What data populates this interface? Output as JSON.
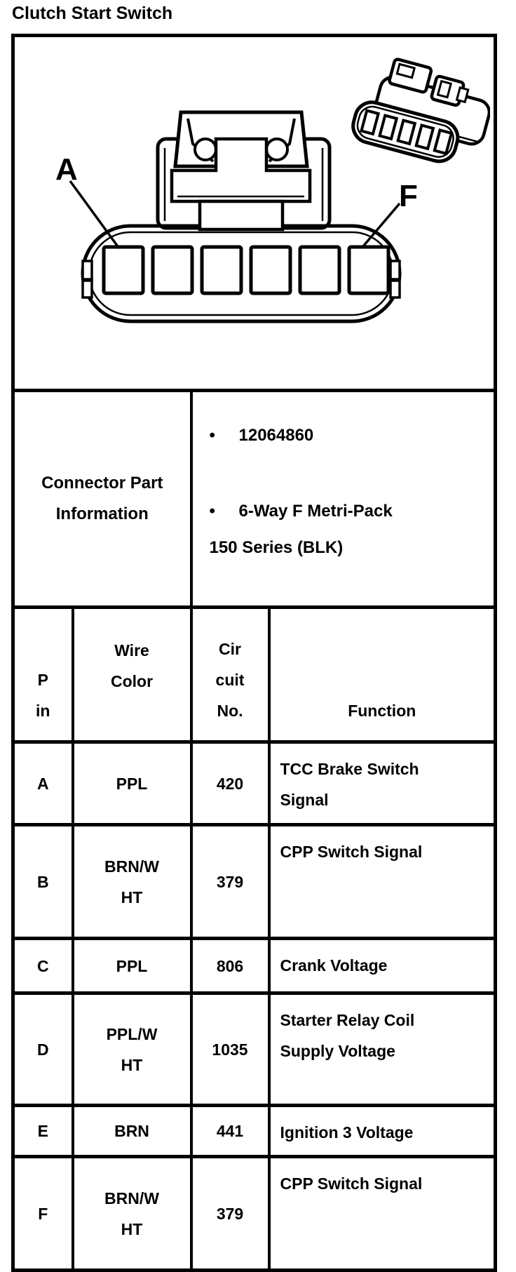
{
  "page": {
    "title": "Clutch Start Switch"
  },
  "colors": {
    "ink": "#000000",
    "background": "#ffffff"
  },
  "diagram": {
    "description": "6-way female connector, face view with terminal cavities and rear isometric view",
    "label_a": "A",
    "label_f": "F"
  },
  "info": {
    "label": "Connector Part\nInformation",
    "bullets": [
      "12064860",
      "6-Way F Metri-Pack\n150 Series (BLK)"
    ],
    "bullet_glyph": "•"
  },
  "pin_table": {
    "headers": {
      "pin": "P\nin",
      "wire_color": "Wire\nColor",
      "circuit_no": "Cir\ncuit\nNo.",
      "function": "Function"
    },
    "rows": [
      {
        "pin": "A",
        "wire_color": "PPL",
        "circuit_no": "420",
        "function": "TCC Brake Switch\nSignal"
      },
      {
        "pin": "B",
        "wire_color": "BRN/W\nHT",
        "circuit_no": "379",
        "function": "CPP Switch Signal"
      },
      {
        "pin": "C",
        "wire_color": "PPL",
        "circuit_no": "806",
        "function": "Crank Voltage"
      },
      {
        "pin": "D",
        "wire_color": "PPL/W\nHT",
        "circuit_no": "1035",
        "function": "Starter Relay Coil\nSupply Voltage"
      },
      {
        "pin": "E",
        "wire_color": "BRN",
        "circuit_no": "441",
        "function": "Ignition 3 Voltage"
      },
      {
        "pin": "F",
        "wire_color": "BRN/W\nHT",
        "circuit_no": "379",
        "function": "CPP Switch Signal"
      }
    ]
  }
}
